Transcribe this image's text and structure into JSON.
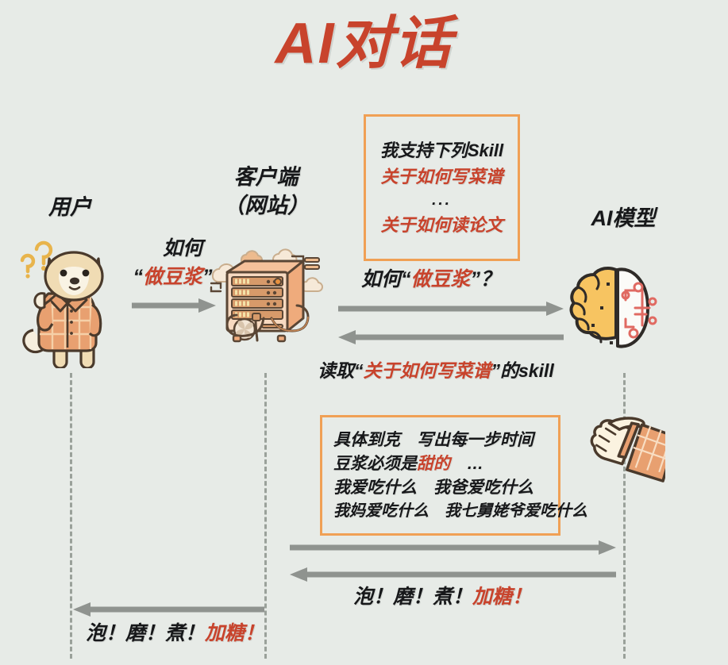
{
  "title": "AI对话",
  "colors": {
    "background": "#e7ebe7",
    "title_red": "#c8432c",
    "accent_orange": "#f0a055",
    "arrow_gray": "#8f938f",
    "text_black": "#17181a",
    "dog_shirt": "#e8a070",
    "brain_yellow": "#f6c košice"
  },
  "participants": {
    "user": {
      "label": "用户",
      "icon": "shiba-dog-icon"
    },
    "client": {
      "label_line1": "客户端",
      "label_line2": "（网站）",
      "icon": "server-rack-icon"
    },
    "model": {
      "label": "AI模型",
      "icon": "brain-icon"
    }
  },
  "skill_box": {
    "lines": [
      {
        "text": "我支持下列Skill",
        "color": "black"
      },
      {
        "text": "关于如何写菜谱",
        "color": "red"
      },
      {
        "text": "...",
        "color": "black"
      },
      {
        "text": "关于如何读论文",
        "color": "red"
      }
    ]
  },
  "request_box": {
    "lines": [
      [
        {
          "text": "具体到克　写出每一步时间",
          "color": "black"
        }
      ],
      [
        {
          "text": "豆浆必须是",
          "color": "black"
        },
        {
          "text": "甜的",
          "color": "red"
        },
        {
          "text": "　…",
          "color": "black"
        }
      ],
      [
        {
          "text": "我爱吃什么　我爸爱吃什么",
          "color": "black"
        }
      ],
      [
        {
          "text": "我妈爱吃什么　我七舅姥爷爱吃什么",
          "color": "black"
        }
      ]
    ]
  },
  "messages": {
    "user_to_client": {
      "line1": [
        {
          "text": "如何",
          "color": "black"
        }
      ],
      "line2": [
        {
          "text": "“",
          "color": "black"
        },
        {
          "text": "做豆浆",
          "color": "red"
        },
        {
          "text": "”？",
          "color": "black"
        }
      ]
    },
    "client_to_model": [
      {
        "text": "如何“",
        "color": "black"
      },
      {
        "text": "做豆浆",
        "color": "red"
      },
      {
        "text": "”？",
        "color": "black"
      }
    ],
    "model_to_client_skill": [
      {
        "text": "读取“",
        "color": "black"
      },
      {
        "text": "关于如何写菜谱",
        "color": "red"
      },
      {
        "text": "”的skill",
        "color": "black"
      }
    ],
    "model_reply": [
      {
        "text": "泡！磨！煮！",
        "color": "black"
      },
      {
        "text": "加糖！",
        "color": "red"
      }
    ],
    "client_reply": [
      {
        "text": "泡！磨！煮！",
        "color": "black"
      },
      {
        "text": "加糖！",
        "color": "red"
      }
    ]
  },
  "pointer": {
    "icon": "pointing-hand-icon"
  }
}
